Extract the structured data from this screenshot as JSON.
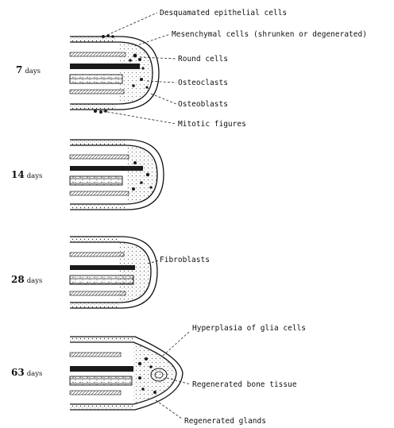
{
  "panels": [
    {
      "id": "p7",
      "day_number": "7",
      "day_unit": "days",
      "labels": [
        "Desquamated epithelial cells",
        "Mesenchymal cells (shrunken or degenerated)",
        "Round cells",
        "Osteoclasts",
        "Osteoblasts",
        "Mitotic figures"
      ]
    },
    {
      "id": "p14",
      "day_number": "14",
      "day_unit": "days",
      "labels": []
    },
    {
      "id": "p28",
      "day_number": "28",
      "day_unit": "days",
      "labels": [
        "Fibroblasts"
      ]
    },
    {
      "id": "p63",
      "day_number": "63",
      "day_unit": "days",
      "labels": [
        "Hyperplasia of glia cells",
        "Regenerated bone tissue",
        "Regenerated glands"
      ]
    }
  ],
  "colors": {
    "ink": "#111111",
    "background": "#ffffff"
  }
}
